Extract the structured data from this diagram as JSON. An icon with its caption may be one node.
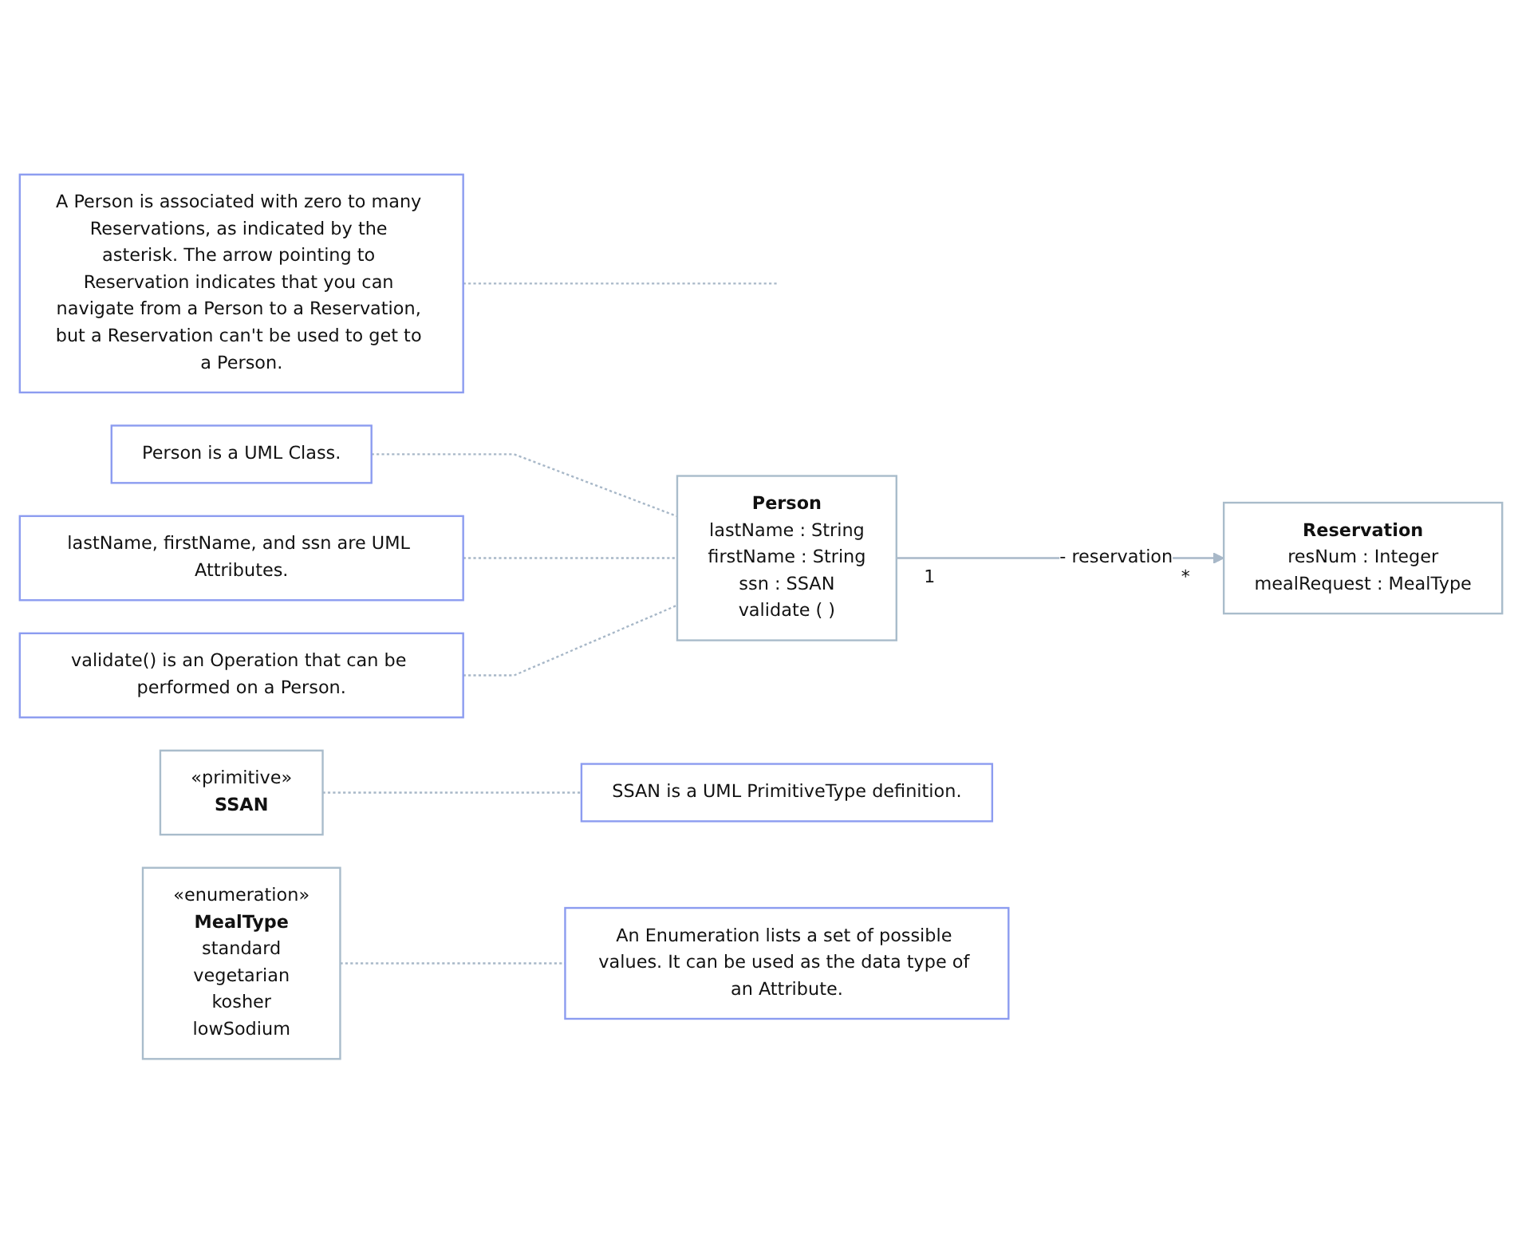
{
  "diagram": {
    "nodes": [
      {
        "text": [
          "A Person is associated with zero to many Reservations, as indicated by the asterisk. The arrow pointing to Reservation indicates that you can navigate from a Person to a Reservation, but a Reservation can't be used to get to a Person."
        ]
      },
      {
        "text": [
          "Person is a UML Class."
        ]
      },
      {
        "text": [
          "lastName, firstName, and ssn are UML Attributes."
        ]
      },
      {
        "text": [
          "Person",
          "lastName : String",
          "firstName : String",
          "ssn : SSAN",
          "validate ( )"
        ]
      },
      {
        "text": [
          "Reservation",
          "resNum : Integer",
          "mealRequest : MealType"
        ]
      },
      {
        "text": [
          "validate() is an Operation that can be performed on a Person."
        ]
      },
      {
        "text": [
          "«primitive»",
          "SSAN"
        ]
      },
      {
        "text": [
          "SSAN is a UML PrimitiveType definition."
        ]
      },
      {
        "text": [
          "«enumeration»",
          "MealType",
          "standard",
          "vegetarian",
          "kosher",
          "lowSodium"
        ]
      },
      {
        "text": [
          "An Enumeration lists a set of possible values. It can be used as the data type of an Attribute."
        ]
      }
    ],
    "edges": [
      {
        "from": 1,
        "to": 3,
        "arrow": "none",
        "style": "dashed"
      },
      {
        "from": 2,
        "to": 3,
        "arrow": "none",
        "style": "dashed"
      },
      {
        "from": 5,
        "to": 3,
        "arrow": "none",
        "style": "dashed"
      },
      {
        "from": 3,
        "to": 4,
        "arrow": "to",
        "label": "- reservation"
      },
      {
        "from": 0,
        "to": null,
        "arrow": "none",
        "style": "dashed"
      },
      {
        "from": 6,
        "to": 7,
        "arrow": "none",
        "style": "dashed"
      },
      {
        "from": 8,
        "to": 9,
        "arrow": "none",
        "style": "dashed"
      }
    ],
    "labels": [
      "1",
      "*"
    ]
  }
}
